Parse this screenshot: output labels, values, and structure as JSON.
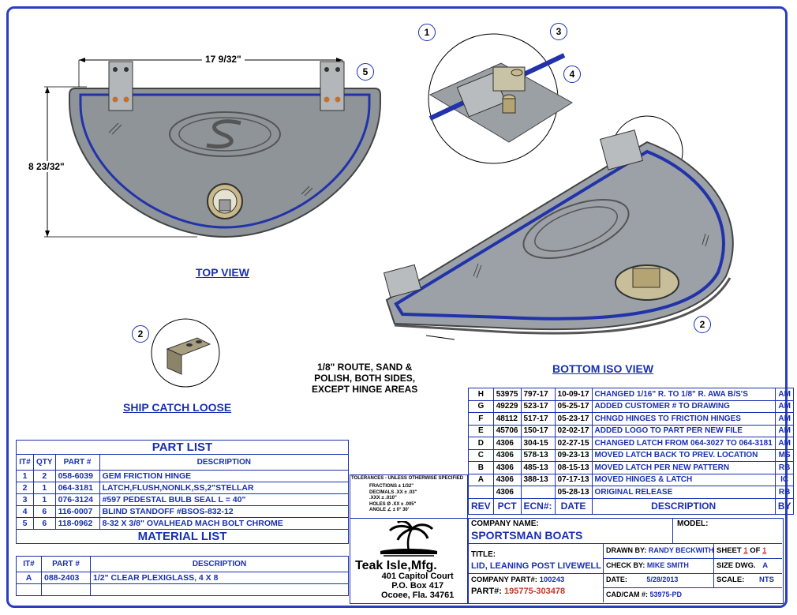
{
  "dimensions": {
    "width": "17 9/32\"",
    "height": "8 23/32\""
  },
  "views": {
    "top": "TOP VIEW",
    "bottom_iso": "BOTTOM ISO VIEW",
    "ship_catch": "SHIP CATCH LOOSE"
  },
  "note": [
    "1/8\" ROUTE, SAND &",
    "POLISH, BOTH SIDES,",
    "EXCEPT HINGE AREAS"
  ],
  "callouts": [
    "1",
    "2",
    "3",
    "4",
    "5"
  ],
  "part_list": {
    "title": "PART LIST",
    "headers": [
      "IT#",
      "QTY",
      "PART #",
      "DESCRIPTION"
    ],
    "rows": [
      [
        "1",
        "2",
        "058-6039",
        "GEM FRICTION HINGE"
      ],
      [
        "2",
        "1",
        "064-3181",
        "LATCH,FLUSH,NONLK,SS,2\"STELLAR"
      ],
      [
        "3",
        "1",
        "076-3124",
        "#597 PEDESTAL BULB SEAL L = 40\""
      ],
      [
        "4",
        "6",
        "116-0007",
        "BLIND STANDOFF #BSOS-832-12"
      ],
      [
        "5",
        "6",
        "118-0962",
        "8-32 X 3/8\" OVALHEAD MACH BOLT CHROME"
      ]
    ]
  },
  "material_list": {
    "title": "MATERIAL LIST",
    "headers": [
      "IT#",
      "PART #",
      "DESCRIPTION"
    ],
    "rows": [
      [
        "A",
        "088-2403",
        "1/2\" CLEAR PLEXIGLASS, 4 X 8"
      ]
    ]
  },
  "tolerances": {
    "title": "TOLERANCES - UNLESS OTHERWISE SPECIFIED",
    "lines": [
      "FRACTIONS ± 1/32\"",
      "DECIMALS .XX ± .03\"",
      ".XXX ± .010\"",
      "HOLES Ø .XX ± .005\"",
      "ANGLE ∠ ± 0° 30'"
    ]
  },
  "revisions": {
    "rows": [
      [
        "H",
        "53975",
        "797-17",
        "10-09-17",
        "CHANGED 1/16\" R. TO 1/8\" R. AWA B/S'S",
        "AM"
      ],
      [
        "G",
        "49229",
        "523-17",
        "05-25-17",
        "ADDED CUSTOMER # TO DRAWING",
        "AM"
      ],
      [
        "F",
        "48112",
        "517-17",
        "05-23-17",
        "CHNGD HINGES TO FRICTION HINGES",
        "AM"
      ],
      [
        "E",
        "45706",
        "150-17",
        "02-02-17",
        "ADDED LOGO TO PART PER NEW FILE",
        "AM"
      ],
      [
        "D",
        "4306",
        "304-15",
        "02-27-15",
        "CHANGED LATCH FROM 064-3027 TO 064-3181",
        "AM"
      ],
      [
        "C",
        "4306",
        "578-13",
        "09-23-13",
        "MOVED LATCH BACK TO PREV. LOCATION",
        "MS"
      ],
      [
        "B",
        "4306",
        "485-13",
        "08-15-13",
        "MOVED LATCH PER NEW PATTERN",
        "RB"
      ],
      [
        "A",
        "4306",
        "388-13",
        "07-17-13",
        "MOVED HINGES & LATCH",
        "IC"
      ],
      [
        "",
        "4306",
        "",
        "05-28-13",
        "ORIGINAL RELEASE",
        "RB"
      ]
    ],
    "headers": [
      "REV",
      "PCT",
      "ECN#:",
      "DATE",
      "DESCRIPTION",
      "BY"
    ]
  },
  "company_block": {
    "name": "Teak Isle,Mfg.",
    "address": [
      "401 Capitol Court",
      "P.O. Box 417",
      "Ocoee, Fla. 34761"
    ]
  },
  "title_block": {
    "company_label": "COMPANY NAME:",
    "company_value": "SPORTSMAN BOATS",
    "model_label": "MODEL:",
    "title_label": "TITLE:",
    "title_value": "LID, LEANING POST LIVEWELL",
    "company_part_label": "COMPANY PART#:",
    "company_part_value": "100243",
    "part_label": "PART#:",
    "part_value": "195775-303478",
    "drawn_label": "DRAWN BY:",
    "drawn_value": "RANDY BECKWITH",
    "check_label": "CHECK BY:",
    "check_value": "MIKE SMITH",
    "date_label": "DATE:",
    "date_value": "5/28/2013",
    "cad_label": "CAD/CAM #:",
    "cad_value": "53975-PD",
    "sheet_label": "SHEET",
    "sheet_num": "1",
    "sheet_of": "OF",
    "sheet_total": "1",
    "size_label": "SIZE DWG.",
    "size_value": "A",
    "scale_label": "SCALE:",
    "scale_value": "NTS"
  },
  "colors": {
    "border": "#2a3fc0",
    "label": "#1a2fb0",
    "part_red": "#c0392b"
  }
}
